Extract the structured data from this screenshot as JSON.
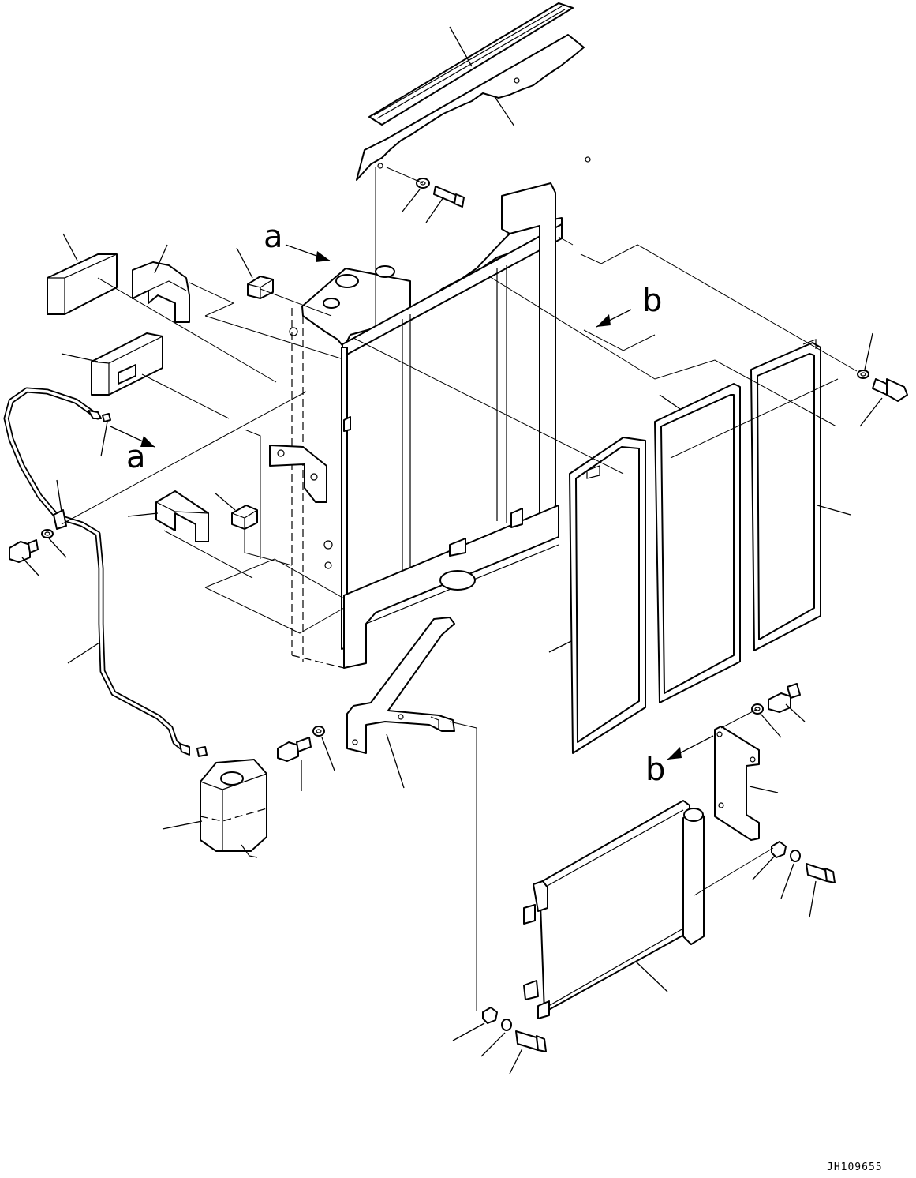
{
  "diagram": {
    "view_label_a": "a",
    "view_label_b": "b",
    "drawing_number": "JH109655"
  }
}
